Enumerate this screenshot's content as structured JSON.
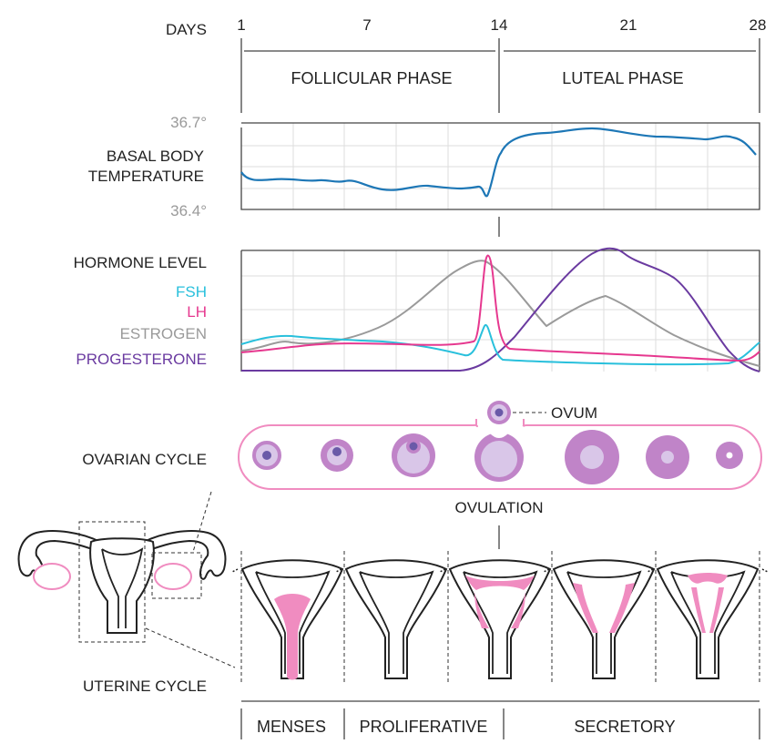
{
  "labels": {
    "days": "DAYS",
    "follicular_phase": "FOLLICULAR PHASE",
    "luteal_phase": "LUTEAL PHASE",
    "temp_high": "36.7°",
    "temp_low": "36.4°",
    "bbt_line1": "BASAL BODY",
    "bbt_line2": "TEMPERATURE",
    "hormone_level": "HORMONE LEVEL",
    "ovum": "OVUM",
    "ovarian_cycle": "OVARIAN CYCLE",
    "ovulation": "OVULATION",
    "uterine_cycle": "UTERINE CYCLE",
    "menses": "MENSES",
    "proliferative": "PROLIFERATIVE",
    "secretory": "SECRETORY"
  },
  "day_ticks": [
    "1",
    "7",
    "14",
    "21",
    "28"
  ],
  "hormones": [
    {
      "name": "FSH",
      "color": "#29c0dc"
    },
    {
      "name": "LH",
      "color": "#e6388f"
    },
    {
      "name": "ESTROGEN",
      "color": "#9a9a9a"
    },
    {
      "name": "PROGESTERONE",
      "color": "#6a3aa0"
    }
  ],
  "colors": {
    "temperature_line": "#1d77b6",
    "pink": "#f08cc0",
    "follicle_dark": "#c084c8",
    "follicle_light": "#d9c6e8",
    "oocyte": "#6a5aa8"
  }
}
